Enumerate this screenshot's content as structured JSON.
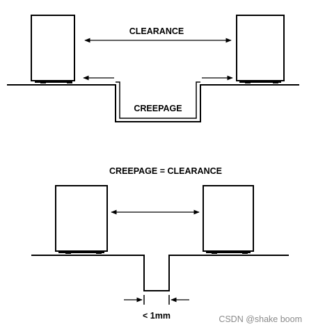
{
  "figure1": {
    "clearance_label": "CLEARANCE",
    "creepage_label": "CREEPAGE"
  },
  "figure2": {
    "title": "CREEPAGE = CLEARANCE",
    "gap_label": "< 1mm"
  },
  "watermark": "CSDN @shake boom"
}
